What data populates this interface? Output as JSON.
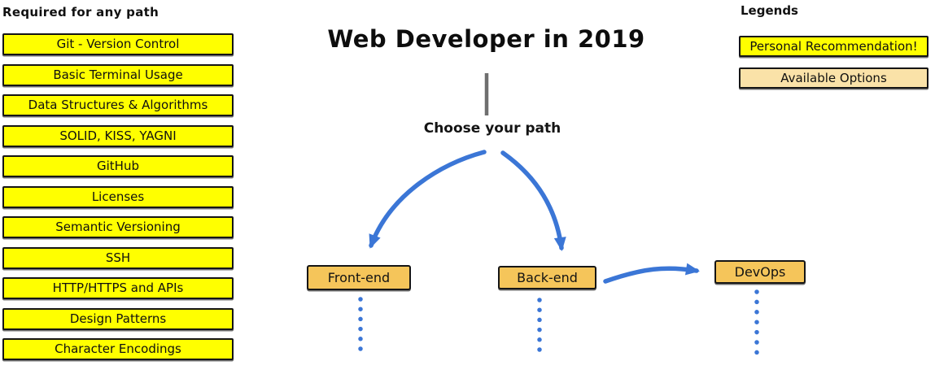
{
  "colors": {
    "highlight_yellow": "#ffff00",
    "path_box_amber": "#f5c55a",
    "available_option_tan": "#fae2a8",
    "arrow_blue": "#3b76d6",
    "stem_gray": "#6f6f6f"
  },
  "left_column": {
    "heading": "Required for any path",
    "items": [
      "Git - Version Control",
      "Basic Terminal Usage",
      "Data Structures & Algorithms",
      "SOLID, KISS, YAGNI",
      "GitHub",
      "Licenses",
      "Semantic Versioning",
      "SSH",
      "HTTP/HTTPS and APIs",
      "Design Patterns",
      "Character Encodings"
    ]
  },
  "center": {
    "title": "Web Developer in 2019",
    "subtitle": "Choose your path",
    "paths": [
      {
        "label": "Front-end"
      },
      {
        "label": "Back-end"
      },
      {
        "label": "DevOps"
      }
    ]
  },
  "legends": {
    "heading": "Legends",
    "items": [
      {
        "label": "Personal Recommendation!",
        "color": "#ffff00"
      },
      {
        "label": "Available Options",
        "color": "#fae2a8"
      }
    ]
  }
}
